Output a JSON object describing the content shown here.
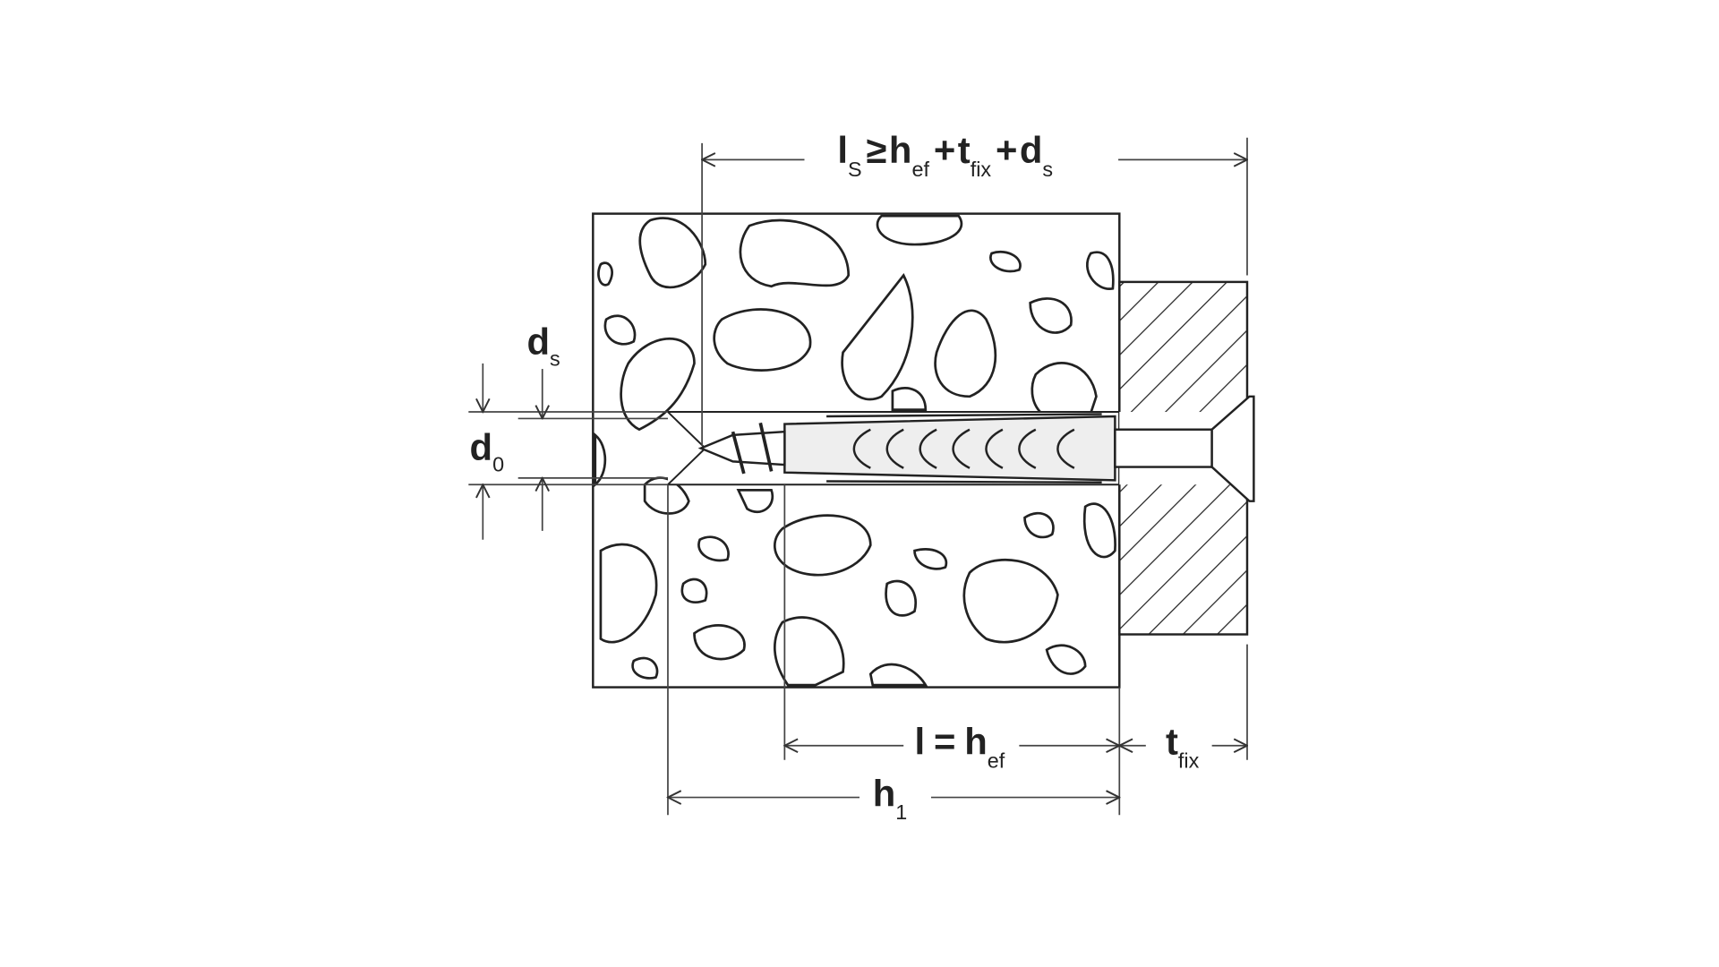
{
  "labels": {
    "screw_length": {
      "l": "l",
      "l_sub": "S",
      "ge": "≥",
      "h": "h",
      "h_sub": "ef",
      "plus1": "+",
      "t": "t",
      "t_sub": "fix",
      "plus2": "+",
      "d": "d",
      "d_sub": "s"
    },
    "ds": {
      "main": "d",
      "sub": "s"
    },
    "d0": {
      "main": "d",
      "sub": "0"
    },
    "anchor_length": {
      "l": "l",
      "eq": "=",
      "h": "h",
      "h_sub": "ef"
    },
    "tfix": {
      "main": "t",
      "sub": "fix"
    },
    "h1": {
      "main": "h",
      "sub": "1"
    }
  },
  "colors": {
    "line": "#222222",
    "background": "#ffffff"
  }
}
